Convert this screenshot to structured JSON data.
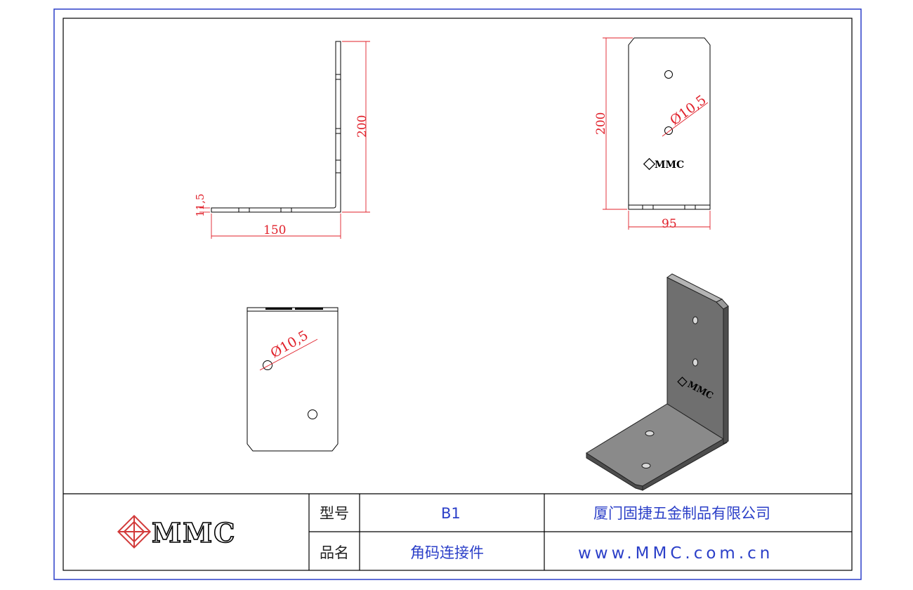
{
  "drawing": {
    "front_view": {
      "height_dim": "200",
      "thickness_dim": "11,5",
      "width_dim": "150"
    },
    "side_view": {
      "height_dim": "200",
      "width_dim": "95",
      "hole_dim": "Ø10,5",
      "logo_text": "MMC"
    },
    "top_view": {
      "hole_dim": "Ø10,5"
    },
    "iso_view": {
      "logo_text": "MMC"
    }
  },
  "title_block": {
    "logo_text": "MMC",
    "model_label": "型号",
    "model_value": "B1",
    "name_label": "品名",
    "name_value": "角码连接件",
    "company": "厦门固捷五金制品有限公司",
    "website": "www.MMC.com.cn"
  },
  "colors": {
    "frame": "#2b3fc8",
    "dimension": "#e0202a",
    "logo_red": "#d23a3a",
    "iso_face": "#6f6f6f",
    "iso_top": "#8a8a8a",
    "iso_side": "#4d4d4d"
  }
}
